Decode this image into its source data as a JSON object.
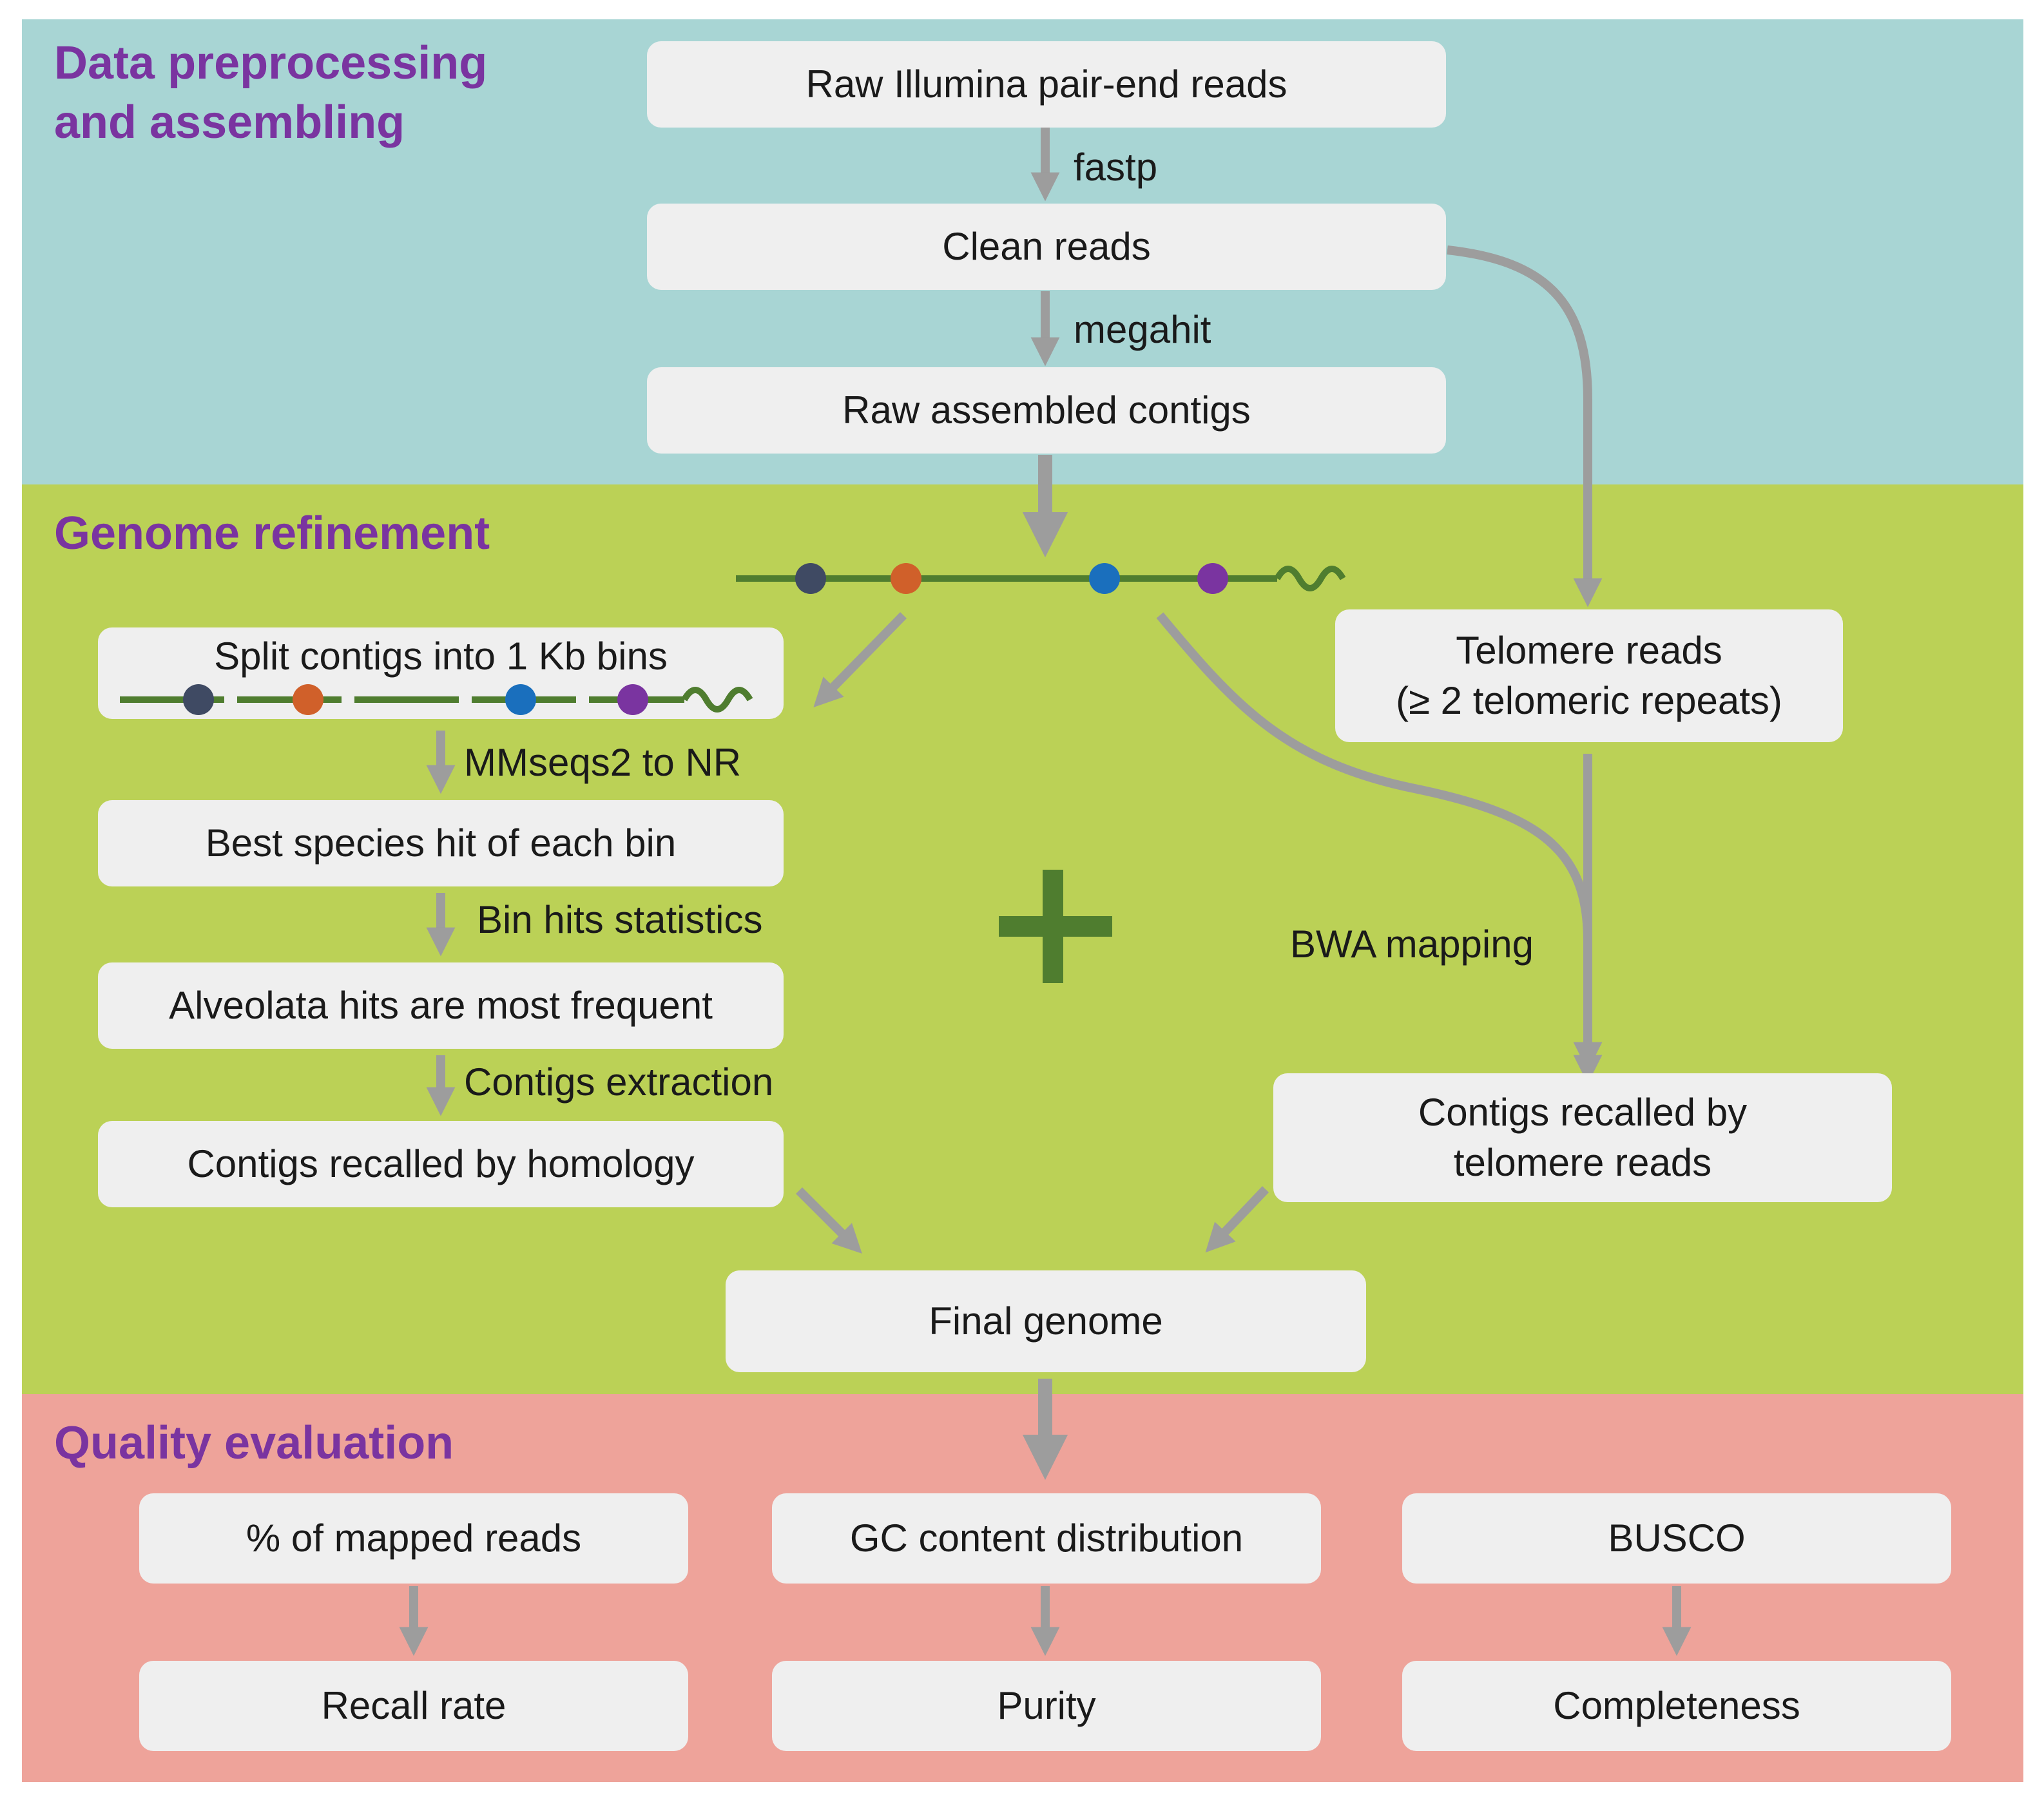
{
  "sections": {
    "preprocessing_title_line1": "Data preprocessing",
    "preprocessing_title_line2": "and assembling",
    "refinement_title": "Genome refinement",
    "quality_title": "Quality evaluation"
  },
  "boxes": {
    "raw_reads": "Raw Illumina pair-end reads",
    "clean_reads": "Clean reads",
    "raw_contigs": "Raw assembled contigs",
    "split_bins": "Split contigs into 1 Kb bins",
    "best_hit": "Best species hit of each bin",
    "alveolata": "Alveolata hits are most frequent",
    "recalled_homology": "Contigs recalled by homology",
    "telomere_reads_line1": "Telomere reads",
    "telomere_reads_line2": "(≥ 2 telomeric repeats)",
    "recalled_telomere_line1": "Contigs recalled by",
    "recalled_telomere_line2": "telomere reads",
    "final_genome": "Final genome",
    "mapped_reads": "% of mapped reads",
    "gc_content": "GC content distribution",
    "busco": "BUSCO",
    "recall_rate": "Recall rate",
    "purity": "Purity",
    "completeness": "Completeness"
  },
  "edge_labels": {
    "fastp": "fastp",
    "megahit": "megahit",
    "mmseqs": "MMseqs2 to NR",
    "bin_stats": "Bin hits statistics",
    "contigs_extraction": "Contigs extraction",
    "bwa": "BWA mapping"
  },
  "colors": {
    "panel_preprocessing": "#a8d5d4",
    "panel_refinement": "#bbd156",
    "panel_quality": "#eea39a",
    "section_title": "#7a34a0",
    "arrow": "#9d9d9d",
    "contig_line": "#4f7d2f",
    "marker_1": "#3f4a63",
    "marker_2": "#d0602a",
    "marker_3": "#1a6fbd",
    "marker_4": "#7a34a0"
  },
  "icons": [
    "plus-icon",
    "contig-sequence-icon",
    "binned-contig-icon"
  ]
}
